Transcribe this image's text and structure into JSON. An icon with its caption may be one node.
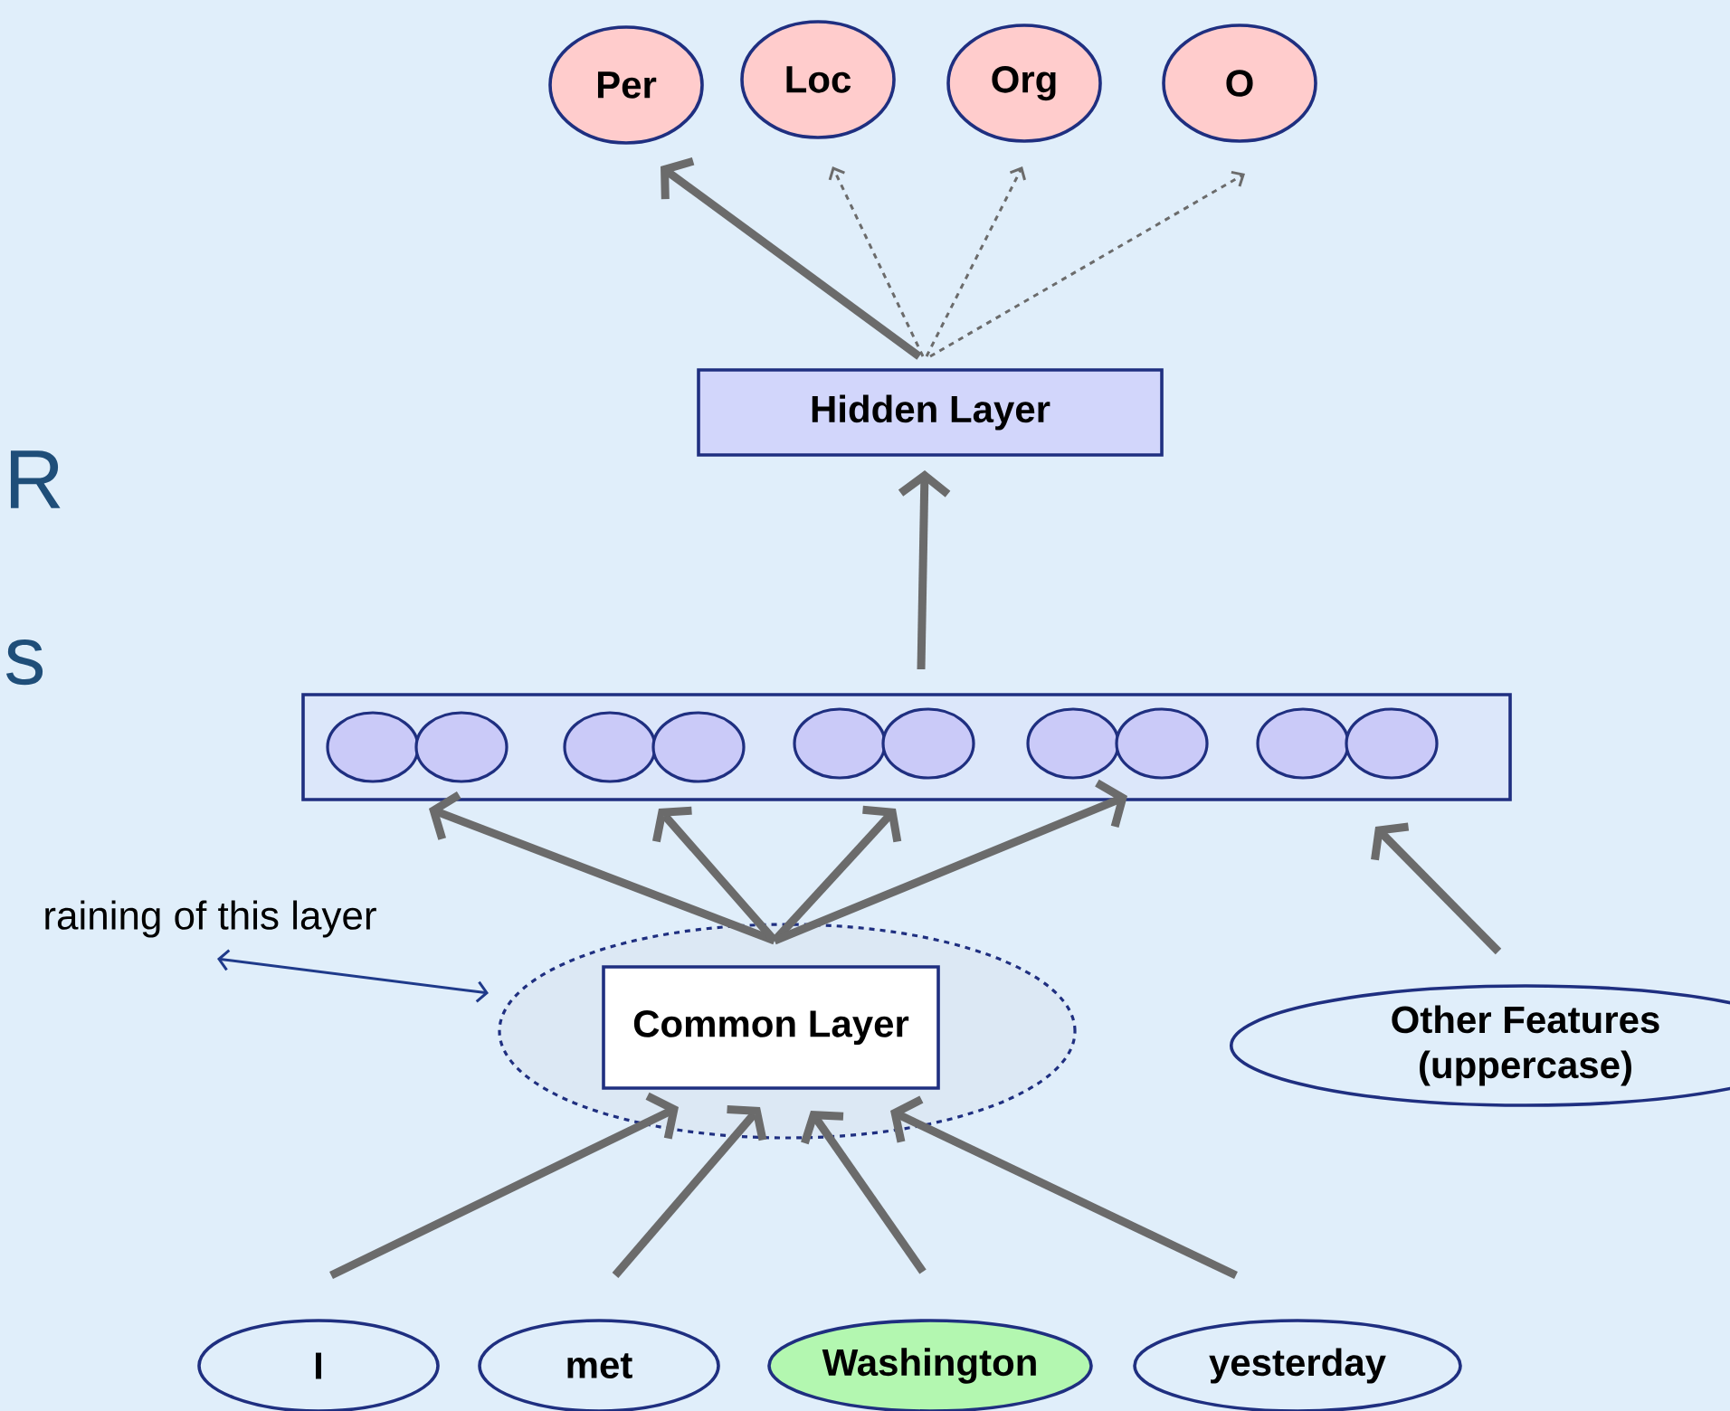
{
  "diagram": {
    "nodes": [
      {
        "text": [
          "Per"
        ]
      },
      {
        "text": [
          "Loc"
        ]
      },
      {
        "text": [
          "Org"
        ]
      },
      {
        "text": [
          "O"
        ]
      },
      {
        "text": [
          "Hidden Layer"
        ]
      },
      {
        "text": [],
        "shape": "box"
      },
      {
        "text": [],
        "shape": "circle",
        "in": 5
      },
      {
        "text": [],
        "shape": "circle",
        "in": 5
      },
      {
        "text": [],
        "shape": "circle",
        "in": 5
      },
      {
        "text": [],
        "shape": "circle",
        "in": 5
      },
      {
        "text": [],
        "shape": "circle",
        "in": 5
      },
      {
        "text": [],
        "shape": "circle",
        "in": 5
      },
      {
        "text": [],
        "shape": "circle",
        "in": 5
      },
      {
        "text": [],
        "shape": "circle",
        "in": 5
      },
      {
        "text": [],
        "shape": "circle",
        "in": 5
      },
      {
        "text": [],
        "shape": "circle",
        "in": 5
      },
      {
        "text": [],
        "shape": "circle"
      },
      {
        "text": [
          "Common Layer"
        ],
        "in": 16
      },
      {
        "text": [
          "Other Features (uppercase)"
        ]
      },
      {
        "text": [
          "I"
        ]
      },
      {
        "text": [
          "met"
        ]
      },
      {
        "text": [
          "Washington"
        ]
      },
      {
        "text": [
          "yesterday"
        ]
      },
      {
        "text": [
          "raining of this layer"
        ]
      }
    ],
    "edges": [
      {
        "from": 4,
        "to": 0,
        "arrow": "to"
      },
      {
        "from": 4,
        "to": 1,
        "arrow": "to",
        "style": "dashed"
      },
      {
        "from": 4,
        "to": 2,
        "arrow": "to",
        "style": "dashed"
      },
      {
        "from": 4,
        "to": 3,
        "arrow": "to",
        "style": "dashed"
      },
      {
        "from": 5,
        "to": 4,
        "arrow": "to"
      },
      {
        "from": 17,
        "to": 5,
        "arrow": "to"
      },
      {
        "from": 17,
        "to": 5,
        "arrow": "to"
      },
      {
        "from": 17,
        "to": 5,
        "arrow": "to"
      },
      {
        "from": 17,
        "to": 5,
        "arrow": "to"
      },
      {
        "from": 18,
        "to": 5,
        "arrow": "to"
      },
      {
        "from": 19,
        "to": 17,
        "arrow": "to"
      },
      {
        "from": 20,
        "to": 17,
        "arrow": "to"
      },
      {
        "from": 21,
        "to": 17,
        "arrow": "to"
      },
      {
        "from": 22,
        "to": 17,
        "arrow": "to"
      },
      {
        "from": 23,
        "to": 16,
        "arrow": "both",
        "color": "#1f3a8a"
      }
    ],
    "labels": [
      "R",
      "s"
    ]
  }
}
